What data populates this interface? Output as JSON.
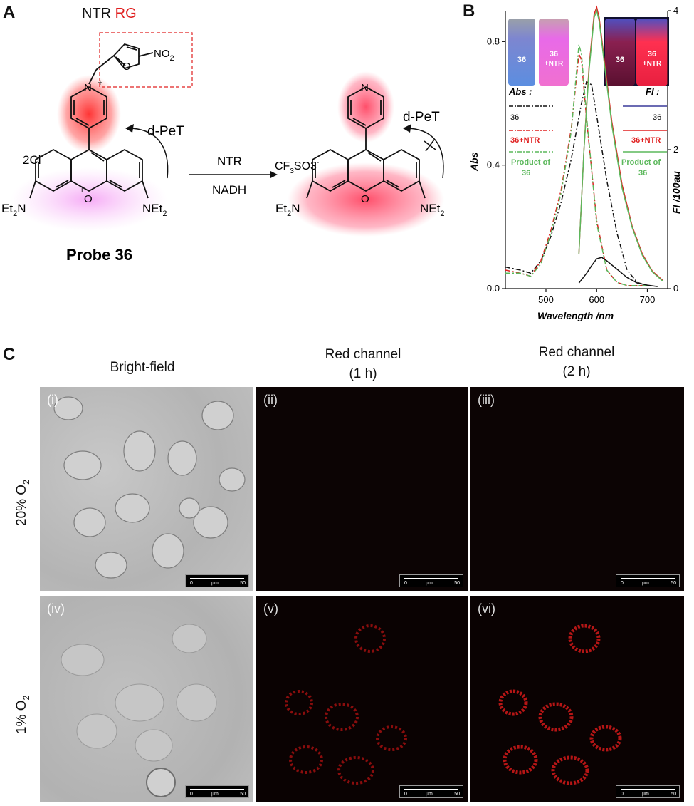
{
  "panelA": {
    "letter": "A",
    "title_black": "NTR",
    "title_red": "RG",
    "no2": "NO",
    "no2_sub": "2",
    "plus": "+",
    "dpet_left": "d-PeT",
    "dpet_right": "d-PeT",
    "counter_left": "2Cl",
    "counter_left_sup": "-",
    "counter_right": "CF",
    "counter_right_sub": "3",
    "counter_right_tail": "SO3",
    "counter_right_sup": "-",
    "et2n": "Et",
    "et2n_sub": "2",
    "n": "N",
    "net2": "NEt",
    "net2_sub": "2",
    "o": "O",
    "enzyme": "NTR",
    "cofactor": "NADH",
    "probe_label": "Probe 36",
    "ring_n": "N"
  },
  "panelB": {
    "letter": "B",
    "vials_left": [
      "36",
      "36",
      "+NTR"
    ],
    "vials_right": [
      "36",
      "36",
      "+NTR"
    ],
    "abs_legend_title": "Abs",
    "fl_legend_title": "FI",
    "legend_items": [
      "36",
      "36+NTR",
      "Product of",
      "36"
    ],
    "yleft_label": "Abs",
    "yright_label": "FI /100au",
    "xlabel": "Wavelength /nm",
    "colors": {
      "s36": "#111111",
      "s36ntr": "#e02020",
      "product": "#5cb85c",
      "fl_line": "#3a3a9a"
    }
  },
  "chart_data": {
    "type": "line",
    "xlabel": "Wavelength /nm",
    "ylabel_left": "Abs",
    "ylabel_right": "FI /100au",
    "xlim": [
      420,
      740
    ],
    "ylim_left": [
      0,
      0.9
    ],
    "ylim_right": [
      0,
      4.0
    ],
    "xticks": [
      500,
      600,
      700
    ],
    "yticks_left": [
      0.0,
      0.4,
      0.8
    ],
    "yticks_right": [
      0,
      2,
      4
    ],
    "series": [
      {
        "name": "36",
        "axis": "left",
        "style": "dash-dot",
        "color": "#111111",
        "x": [
          420,
          450,
          470,
          490,
          510,
          530,
          550,
          570,
          580,
          590,
          600,
          620,
          640,
          660,
          680,
          700
        ],
        "y": [
          0.07,
          0.06,
          0.05,
          0.09,
          0.17,
          0.28,
          0.42,
          0.6,
          0.67,
          0.66,
          0.56,
          0.35,
          0.18,
          0.06,
          0.02,
          0.01
        ]
      },
      {
        "name": "36+NTR",
        "axis": "left",
        "style": "dash-dot",
        "color": "#e02020",
        "x": [
          420,
          450,
          470,
          490,
          510,
          530,
          550,
          560,
          565,
          570,
          580,
          600,
          620,
          640,
          660,
          700
        ],
        "y": [
          0.06,
          0.05,
          0.04,
          0.09,
          0.19,
          0.32,
          0.52,
          0.68,
          0.76,
          0.74,
          0.55,
          0.22,
          0.06,
          0.02,
          0.01,
          0.01
        ]
      },
      {
        "name": "Product of 36",
        "axis": "left",
        "style": "dash-dot",
        "color": "#5cb85c",
        "x": [
          420,
          450,
          470,
          490,
          510,
          530,
          550,
          560,
          565,
          570,
          580,
          600,
          620,
          640,
          660,
          700
        ],
        "y": [
          0.05,
          0.05,
          0.04,
          0.08,
          0.18,
          0.31,
          0.51,
          0.7,
          0.79,
          0.76,
          0.56,
          0.21,
          0.06,
          0.02,
          0.01,
          0.01
        ]
      },
      {
        "name": "36",
        "axis": "right",
        "style": "solid",
        "color": "#111111",
        "x": [
          565,
          580,
          590,
          600,
          610,
          620,
          640,
          660,
          680,
          700,
          720
        ],
        "y": [
          0.08,
          0.22,
          0.33,
          0.43,
          0.45,
          0.4,
          0.28,
          0.16,
          0.08,
          0.05,
          0.03
        ]
      },
      {
        "name": "36+NTR",
        "axis": "right",
        "style": "solid",
        "color": "#e02020",
        "x": [
          565,
          575,
          585,
          595,
          600,
          605,
          615,
          630,
          650,
          670,
          690,
          710,
          730
        ],
        "y": [
          0.5,
          2.0,
          3.2,
          3.95,
          4.05,
          3.9,
          3.3,
          2.4,
          1.5,
          0.9,
          0.5,
          0.25,
          0.12
        ]
      },
      {
        "name": "Product of 36",
        "axis": "right",
        "style": "solid",
        "color": "#5cb85c",
        "x": [
          565,
          575,
          585,
          595,
          600,
          605,
          615,
          630,
          650,
          670,
          690,
          710,
          730
        ],
        "y": [
          0.5,
          2.0,
          3.15,
          3.9,
          4.0,
          3.85,
          3.25,
          2.35,
          1.45,
          0.88,
          0.48,
          0.24,
          0.11
        ]
      }
    ]
  },
  "panelC": {
    "letter": "C",
    "col_headers": [
      {
        "line1": "Bright-field",
        "line2": ""
      },
      {
        "line1": "Red channel",
        "line2": "(1 h)"
      },
      {
        "line1": "Red channel",
        "line2": "(2 h)"
      }
    ],
    "row_labels": [
      {
        "text": "20% O",
        "sub": "2"
      },
      {
        "text": "1% O",
        "sub": "2"
      }
    ],
    "tiles": [
      "(i)",
      "(ii)",
      "(iii)",
      "(iv)",
      "(v)",
      "(vi)"
    ],
    "scalebar": {
      "zero": "0",
      "unit": "µm",
      "max": "50"
    }
  }
}
